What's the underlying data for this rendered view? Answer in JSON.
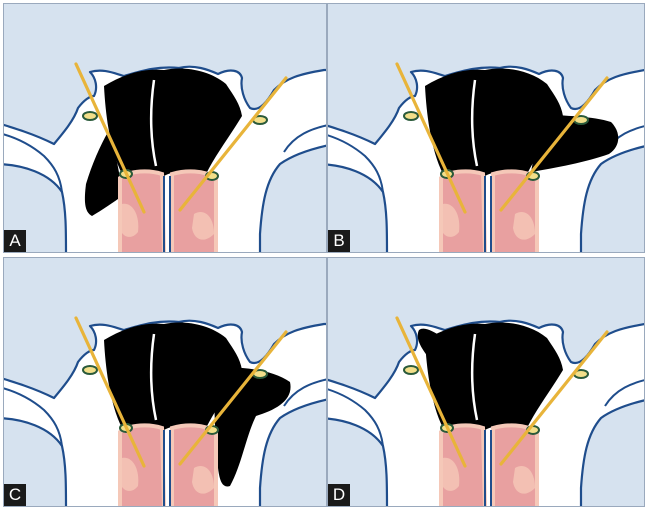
{
  "colors": {
    "background": "#d6e2ef",
    "outline": "#1f4d8c",
    "bone": "#ffffff",
    "lesion": "#000000",
    "tissue": "#e8a0a0",
    "tissue_border": "#f5c8b8",
    "instrument": "#e8b43a",
    "vessel_ring": "#2a5a3a",
    "vessel_fill": "#f2df8a",
    "label_background": "#1a1a1a",
    "label_text": "#ffffff"
  },
  "panels": [
    {
      "label": "A",
      "variant": "left-inferior-extension"
    },
    {
      "label": "B",
      "variant": "right-lateral-extension"
    },
    {
      "label": "C",
      "variant": "right-inferior-extension"
    },
    {
      "label": "D",
      "variant": "left-superior-extension"
    }
  ]
}
